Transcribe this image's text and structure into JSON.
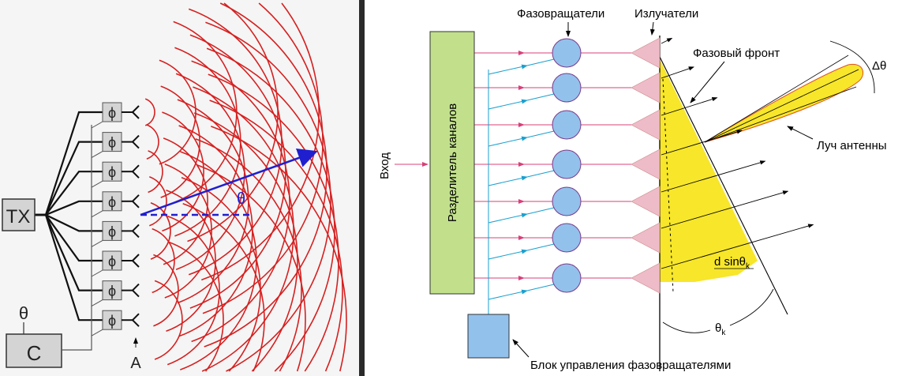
{
  "left": {
    "tx_label": "TX",
    "controller_label": "C",
    "theta_input_label": "θ",
    "phase_shifter_symbol": "ϕ",
    "steer_angle_label": "θ",
    "antenna_marker_label": "A",
    "element_count": 8,
    "colors": {
      "waves": "#d62020",
      "beam": "#1f1fd0",
      "box": "#d4d4d4"
    }
  },
  "right": {
    "label_phase_shifters": "Фазовращатели",
    "label_radiators": "Излучатели",
    "label_phase_front": "Фазовый фронт",
    "label_beam": "Луч антенны",
    "label_delta_theta": "Δθ",
    "label_input": "Вход",
    "label_splitter": "Разделитель каналов",
    "label_control_block": "Блок управления фазовращателями",
    "label_d_sin": "d sinθ",
    "label_d_sin_sub": "k",
    "label_theta_k": "θ",
    "label_theta_k_sub": "k",
    "channel_count": 7,
    "colors": {
      "splitter": "#c2e08c",
      "shifter": "#92c1ec",
      "radiator": "#eebcc8",
      "front": "#f7e62a",
      "feed": "#d8407a",
      "control": "#1aa0d0"
    }
  }
}
